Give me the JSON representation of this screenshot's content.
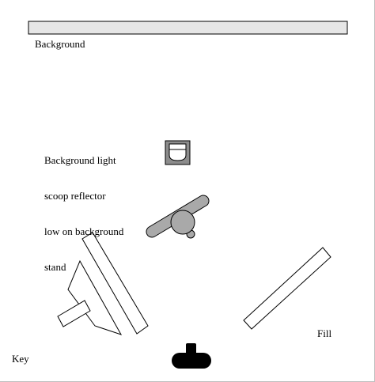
{
  "labels": {
    "background": "Background",
    "background_light_note": [
      "Background light",
      "scoop reflector",
      "low on background",
      "stand"
    ],
    "fill": "Fill",
    "key": "Key"
  },
  "colors": {
    "backdrop_fill": "#e6e6e6",
    "stroke": "#000000",
    "subject_gray": "#a9a9a9",
    "scoop_box": "#8c8c8c",
    "camera": "#000000"
  },
  "icons": {
    "background_light": "scoop-reflector-icon",
    "subject": "person-top-view-icon",
    "camera": "camera-icon",
    "key_light": "softbox-key-light-icon",
    "fill_light": "fill-reflector-panel-icon"
  }
}
